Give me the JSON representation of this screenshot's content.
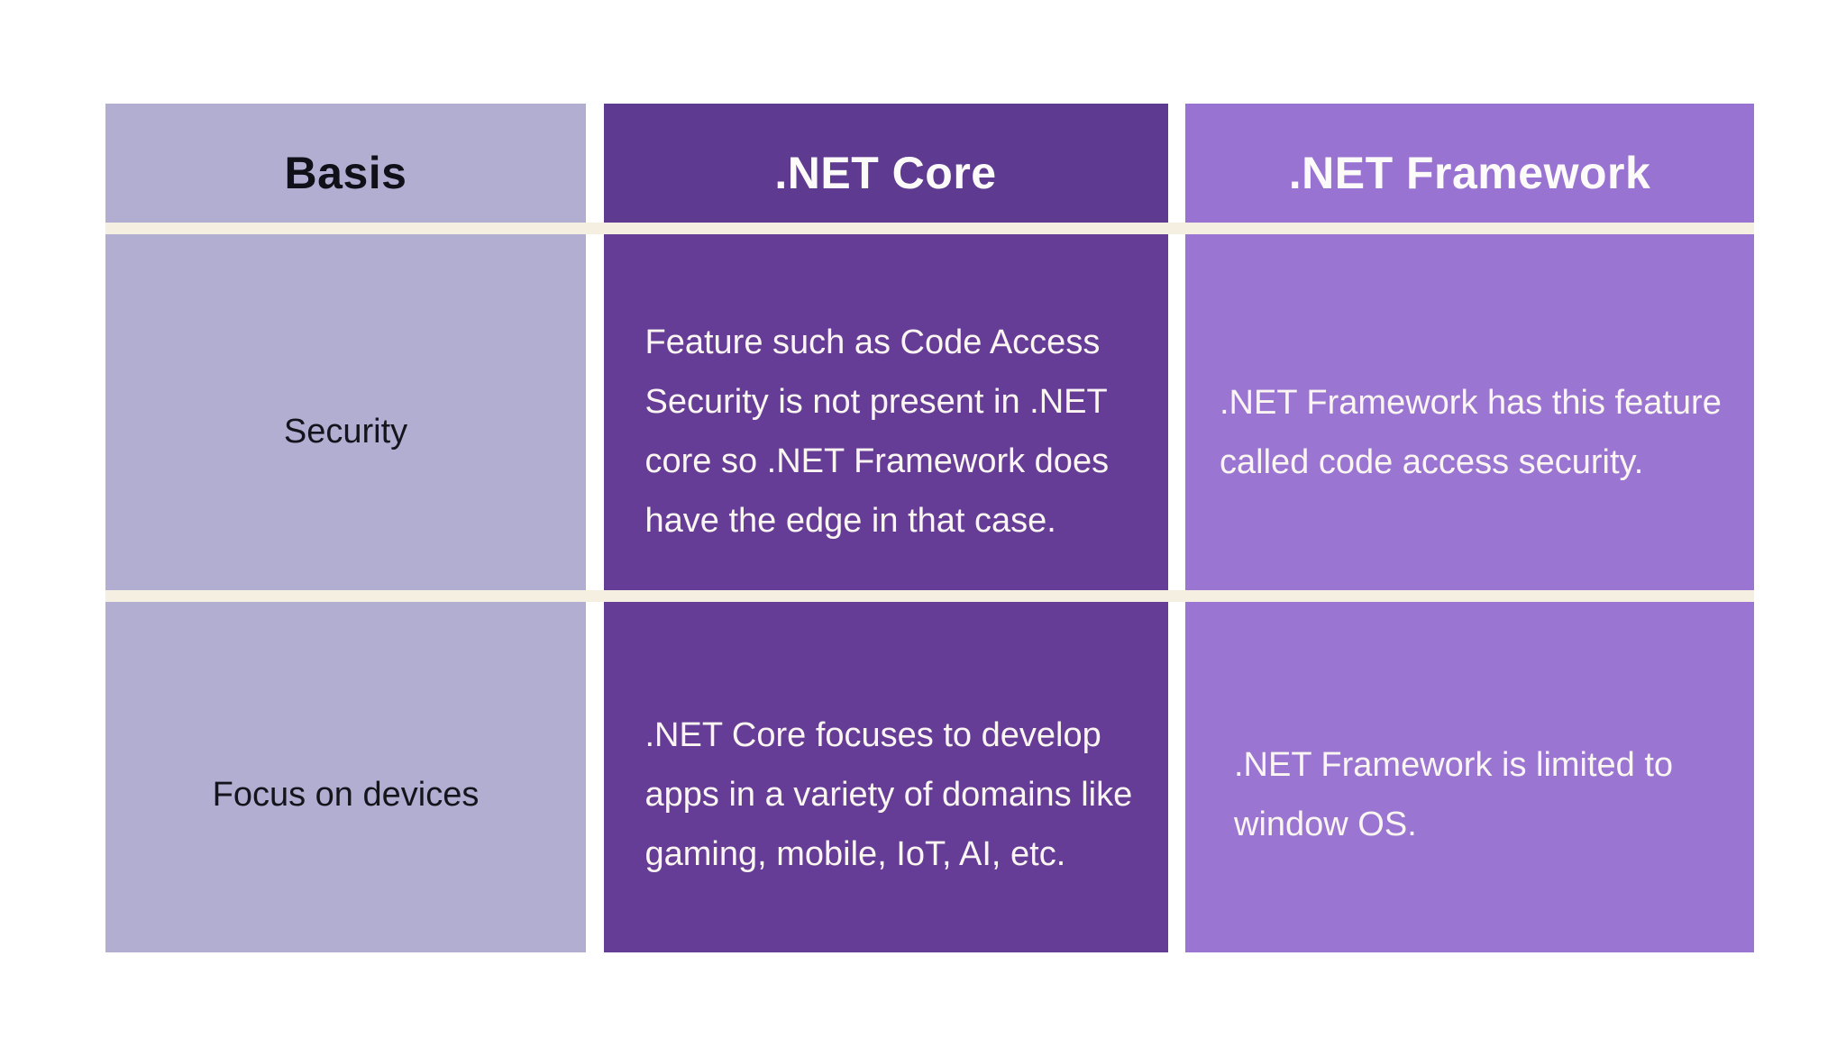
{
  "page": {
    "background": "#ffffff"
  },
  "table": {
    "divider_color": "#f4efe0",
    "gutter_color": "#ffffff",
    "columns": [
      {
        "id": "basis",
        "header": "Basis",
        "header_bg": "#b2aed2",
        "body_bg": "#b2aed2",
        "header_text_color": "#101019",
        "text_color": "#15141d"
      },
      {
        "id": "net-core",
        "header": ".NET Core",
        "header_bg": "#5f3a91",
        "body_bg": "#663d96",
        "header_text_color": "#fdfbfa",
        "text_color": "#fbf6f1"
      },
      {
        "id": "net-framework",
        "header": ".NET Framework",
        "header_bg": "#9873d2",
        "body_bg": "#9a76d2",
        "header_text_color": "#fdfbfa",
        "text_color": "#fbf6f1"
      }
    ],
    "rows": [
      {
        "basis": "Security",
        "net_core_lines": [
          "Feature such as Code Access",
          "Security is not present in .NET",
          "core so .NET Framework does",
          "have the edge in that case."
        ],
        "net_framework_lines": [
          ".NET Framework has this feature",
          "called code access security."
        ]
      },
      {
        "basis": "Focus on devices",
        "net_core_lines": [
          ".NET Core focuses to develop",
          "apps in a variety of domains like",
          "gaming, mobile, IoT, AI, etc."
        ],
        "net_framework_lines": [
          ".NET Framework is limited to",
          "window OS."
        ]
      }
    ]
  }
}
